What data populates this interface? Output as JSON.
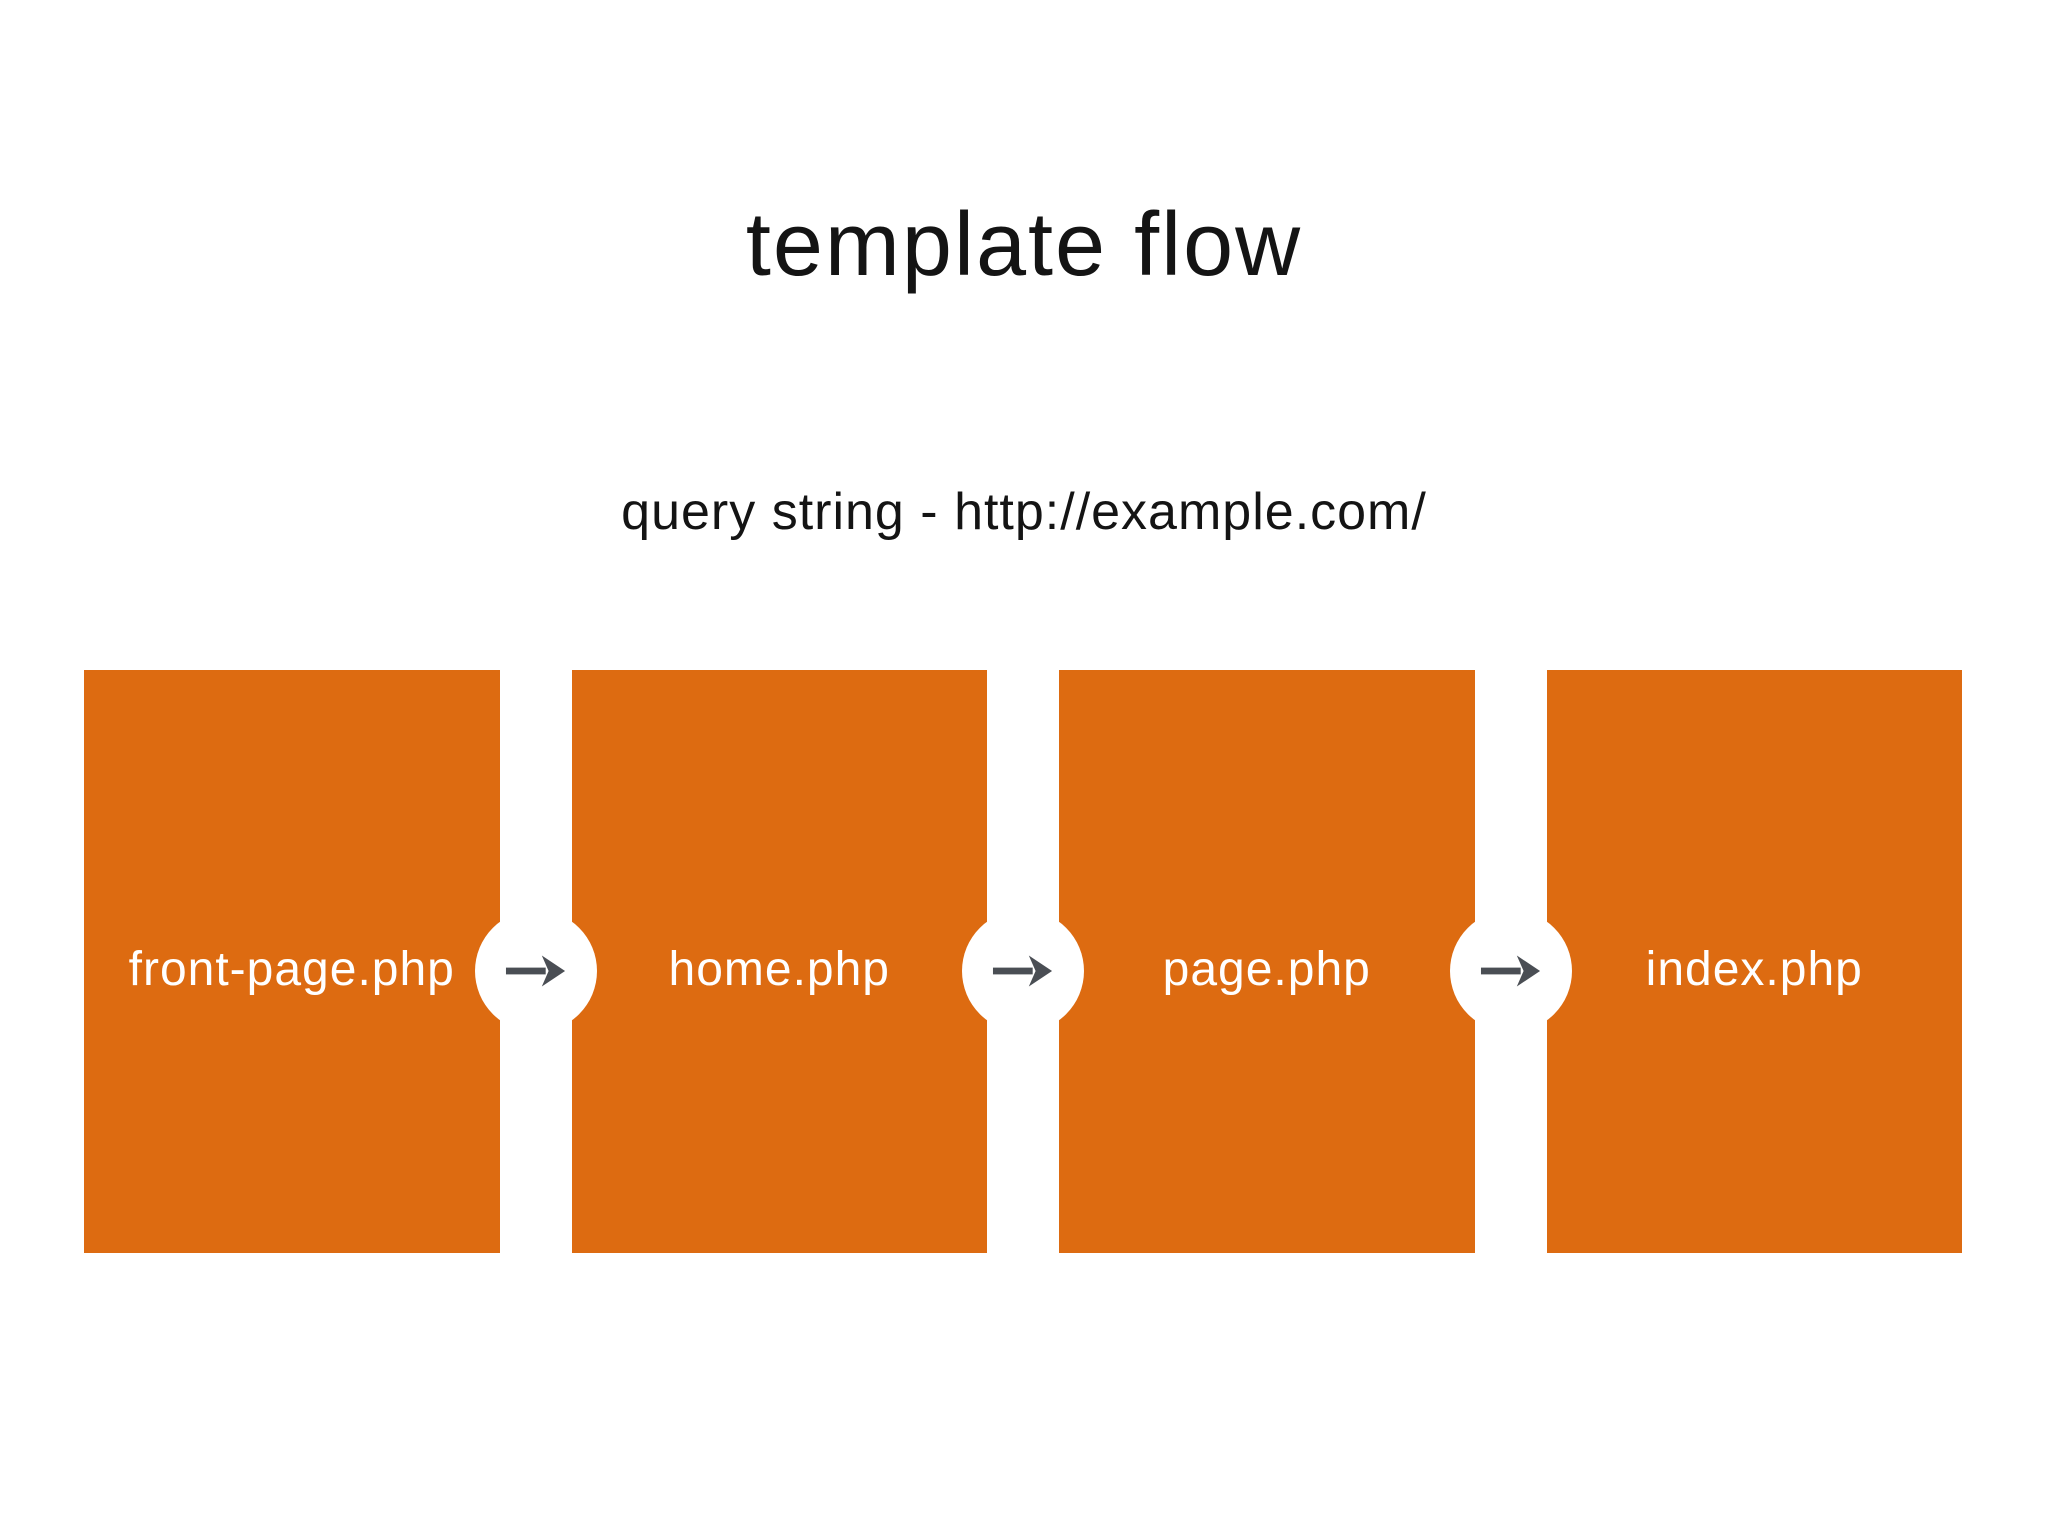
{
  "slide": {
    "title": "template flow",
    "subtitle": "query string - http://example.com/"
  },
  "diagram": {
    "type": "flow",
    "direction": "left-to-right",
    "nodes": [
      {
        "label": "front-page.php"
      },
      {
        "label": "home.php"
      },
      {
        "label": "page.php"
      },
      {
        "label": "index.php"
      }
    ],
    "connector_icon": "arrow-right-icon"
  },
  "colors": {
    "background": "#FFFFFF",
    "node_fill": "#DD6B11",
    "node_text": "#FFFFFF",
    "title_text": "#141414",
    "connector_circle": "#FFFFFF",
    "arrow": "#4A4E54"
  }
}
